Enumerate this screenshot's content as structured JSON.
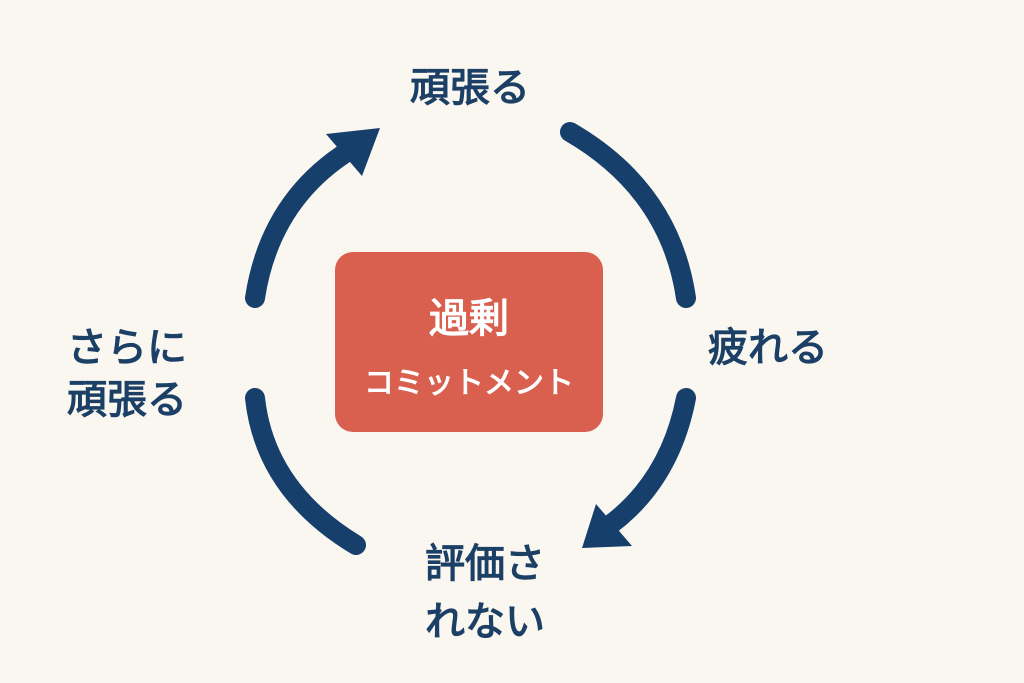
{
  "nodes": {
    "top": "頑張る",
    "right": "疲れる",
    "bottom_line1": "評価さ",
    "bottom_line2": "れない",
    "left_line1": "さらに",
    "left_line2": "頑張る"
  },
  "center": {
    "line1": "過剰",
    "line2": "コミットメント"
  },
  "colors": {
    "arrow": "#163f6b",
    "center_box": "#d9604f",
    "text": "#1c3f66",
    "background": "#faf7f1"
  }
}
